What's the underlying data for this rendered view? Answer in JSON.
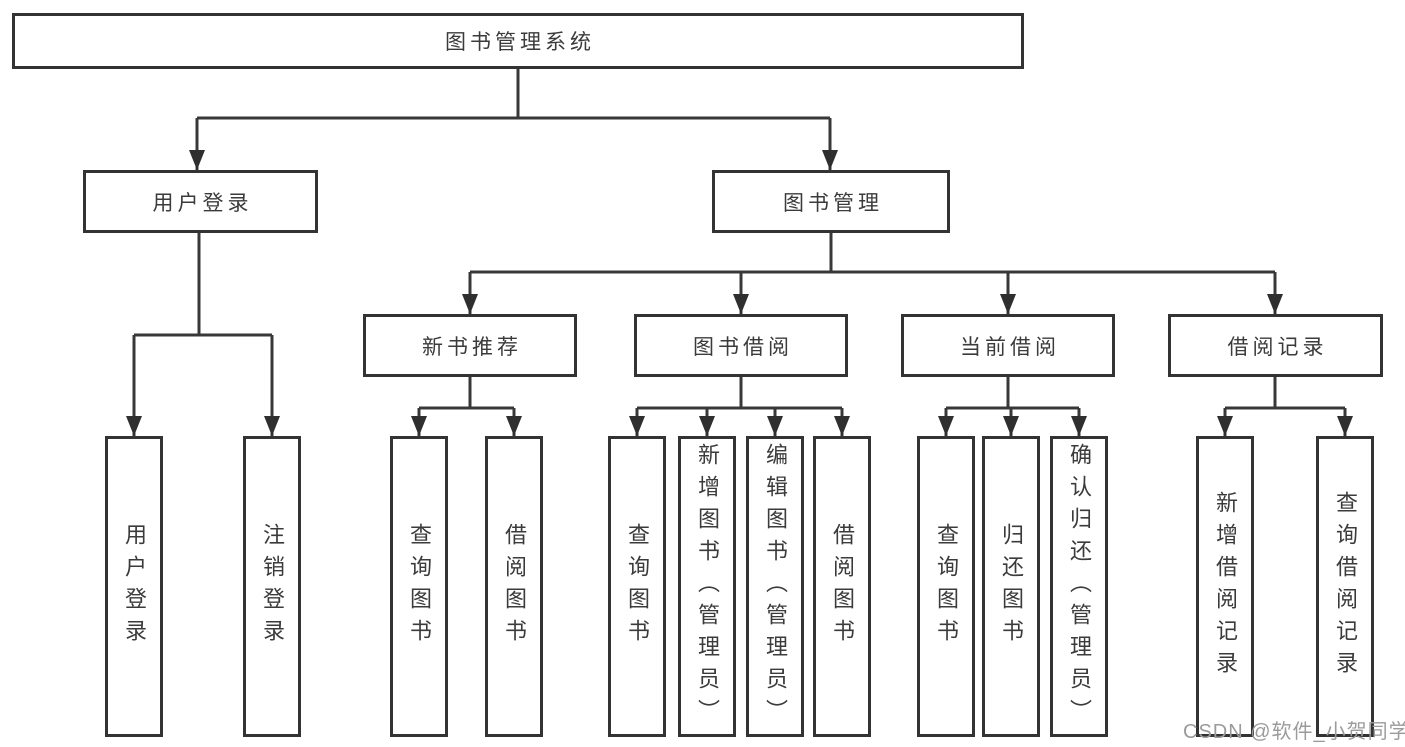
{
  "diagram": {
    "watermark": "CSDN @软件_小贺同学",
    "colors": {
      "line": "#333333",
      "text": "#3b3b3b",
      "watermark": "#9b9b9b",
      "background": "#ffffff"
    },
    "root": {
      "label": "图书管理系统",
      "children": [
        {
          "label": "用户登录",
          "children": [
            {
              "label": "用户登录"
            },
            {
              "label": "注销登录"
            }
          ]
        },
        {
          "label": "图书管理",
          "children": [
            {
              "label": "新书推荐",
              "children": [
                {
                  "label": "查询图书"
                },
                {
                  "label": "借阅图书"
                }
              ]
            },
            {
              "label": "图书借阅",
              "children": [
                {
                  "label": "查询图书"
                },
                {
                  "label": "新增图书（管理员）"
                },
                {
                  "label": "编辑图书（管理员）"
                },
                {
                  "label": "借阅图书"
                }
              ]
            },
            {
              "label": "当前借阅",
              "children": [
                {
                  "label": "查询图书"
                },
                {
                  "label": "归还图书"
                },
                {
                  "label": "确认归还（管理员）"
                }
              ]
            },
            {
              "label": "借阅记录",
              "children": [
                {
                  "label": "新增借阅记录"
                },
                {
                  "label": "查询借阅记录"
                }
              ]
            }
          ]
        }
      ]
    }
  }
}
